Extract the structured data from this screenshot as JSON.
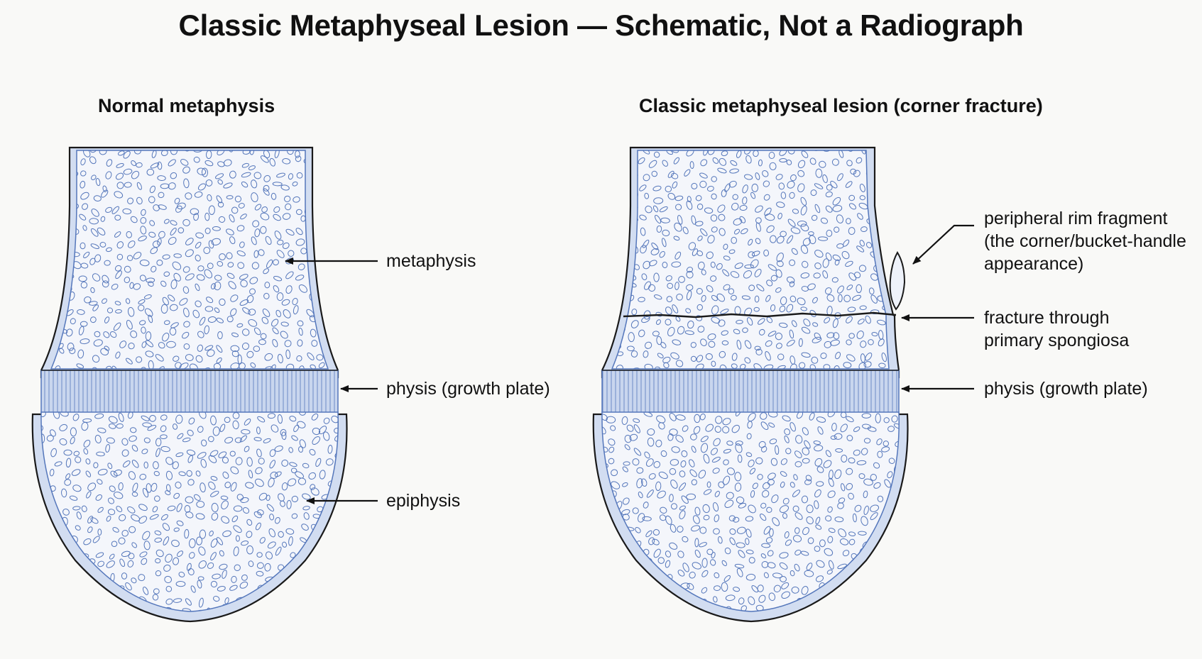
{
  "title": "Classic Metaphyseal Lesion — Schematic, Not a Radiograph",
  "panels": [
    {
      "title": "Normal metaphysis",
      "labels": {
        "metaphysis": "metaphysis",
        "physis": "physis (growth plate)",
        "epiphysis": "epiphysis"
      }
    },
    {
      "title": "Classic metaphyseal lesion (corner fracture)",
      "labels": {
        "rim_fragment": [
          "peripheral rim fragment",
          "(the corner/bucket-handle",
          "appearance)"
        ],
        "fracture": [
          "fracture through",
          "primary spongiosa"
        ],
        "physis": "physis (growth plate)"
      }
    }
  ],
  "colors": {
    "background": "#f9f9f7",
    "bone_fill": "#eef2fa",
    "cortex": "#d2ddf1",
    "trabecula": "#5577bb",
    "physis_fill": "#c9d6ee",
    "outline": "#1a1a1a"
  }
}
